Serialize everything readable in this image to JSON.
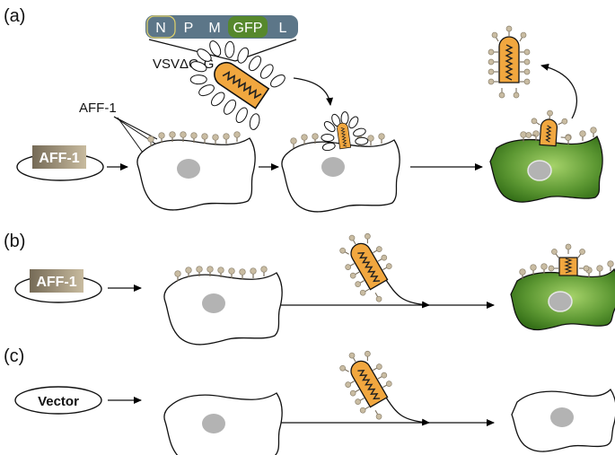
{
  "panels": [
    {
      "label": "(a)"
    },
    {
      "label": "(b)"
    },
    {
      "label": "(c)"
    }
  ],
  "genome_segments": [
    "N",
    "P",
    "M",
    "GFP",
    "L"
  ],
  "virus_label": "VSVΔG-G",
  "protein_label": "AFF-1",
  "plasmid_labels": [
    "AFF-1",
    "AFF-1",
    "Vector"
  ],
  "colors": {
    "genome_gray": "#5c7688",
    "genome_green": "#56882c",
    "virus_orange": "#f1a73f",
    "protein_tan": "#c9bca2",
    "plasmid_badge": "#a39479",
    "cell_green": "#4f8a2a",
    "nucleus_gray": "#b3b3b3"
  }
}
